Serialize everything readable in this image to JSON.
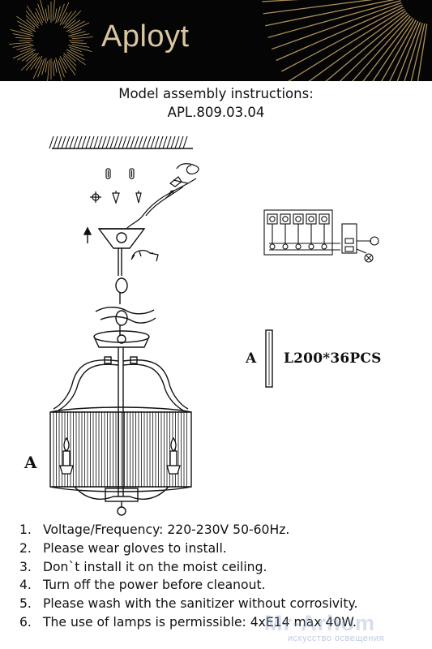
{
  "header": {
    "brand": "Aployt",
    "background": "#050505",
    "accent": "#d9c6a2",
    "logo_icon": "sunburst-logo-icon"
  },
  "document": {
    "title": "Model assembly instructions:",
    "model": "APL.809.03.04"
  },
  "parts": {
    "letter": "A",
    "spec": "L200*36PCS",
    "drawing_label": "A"
  },
  "notes": [
    {
      "num": "1.",
      "text": "Voltage/Frequency: 220-230V 50-60Hz."
    },
    {
      "num": "2.",
      "text": "Please wear gloves to install."
    },
    {
      "num": "3.",
      "text": "Don`t install it on the moist ceiling."
    },
    {
      "num": "4.",
      "text": "Turn off the power before cleanout."
    },
    {
      "num": "5.",
      "text": "Please wash with the sanitizer without corrosivity."
    },
    {
      "num": "6.",
      "text": "The use of lamps is permissible: 4xE14 max 40W."
    }
  ],
  "watermark": {
    "brand": "Mr-Arhom",
    "subtitle": "искусство освещения"
  }
}
